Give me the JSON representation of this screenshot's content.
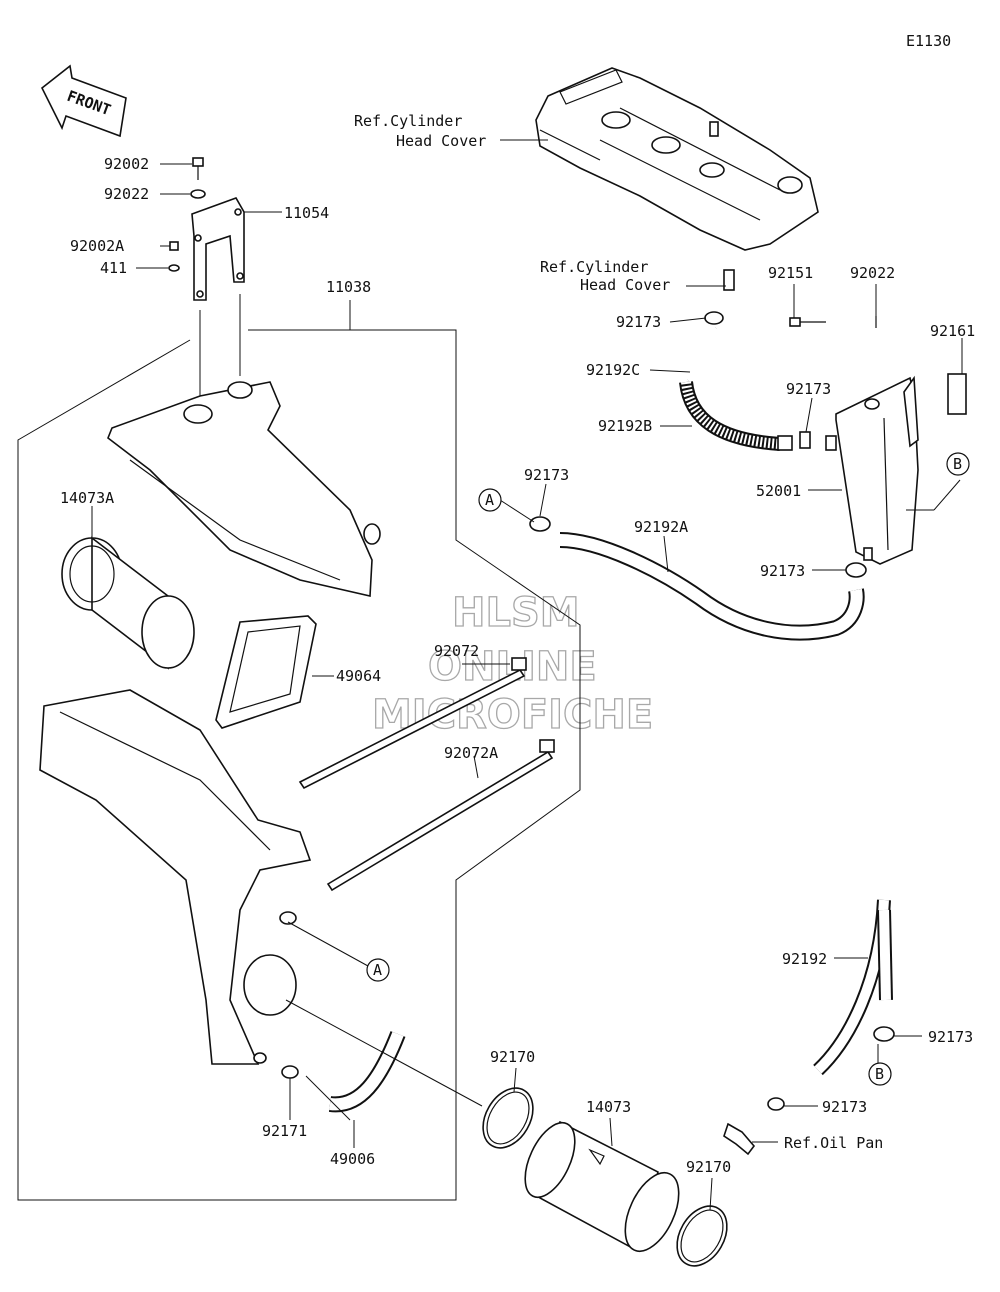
{
  "diagram_code": "E1130",
  "front_label": "FRONT",
  "watermark": {
    "line1": "HLSM",
    "line2": "ONLINE",
    "line3": "MICROFICHE"
  },
  "labels": {
    "ref_cyl_head_1_a": "Ref.Cylinder",
    "ref_cyl_head_1_b": "Head Cover",
    "ref_cyl_head_2_a": "Ref.Cylinder",
    "ref_cyl_head_2_b": "Head Cover",
    "ref_oil_pan": "Ref.Oil Pan",
    "p92002": "92002",
    "p92022_a": "92022",
    "p11054": "11054",
    "p92002A": "92002A",
    "p411": "411",
    "p11038": "11038",
    "p14073A": "14073A",
    "p49064": "49064",
    "p92072": "92072",
    "p92072A": "92072A",
    "p92151": "92151",
    "p92022_b": "92022",
    "p92161": "92161",
    "p92173_a": "92173",
    "p92192C": "92192C",
    "p92173_b": "92173",
    "p92192B": "92192B",
    "p92173_c": "92173",
    "p92192A": "92192A",
    "p52001": "52001",
    "p92173_d": "92173",
    "p92192": "92192",
    "p92173_e": "92173",
    "p92173_f": "92173",
    "p92170_a": "92170",
    "p14073": "14073",
    "p92170_b": "92170",
    "p92171": "92171",
    "p49006": "49006"
  },
  "callouts": {
    "a1": "A",
    "a2": "A",
    "b1": "B",
    "b2": "B"
  }
}
